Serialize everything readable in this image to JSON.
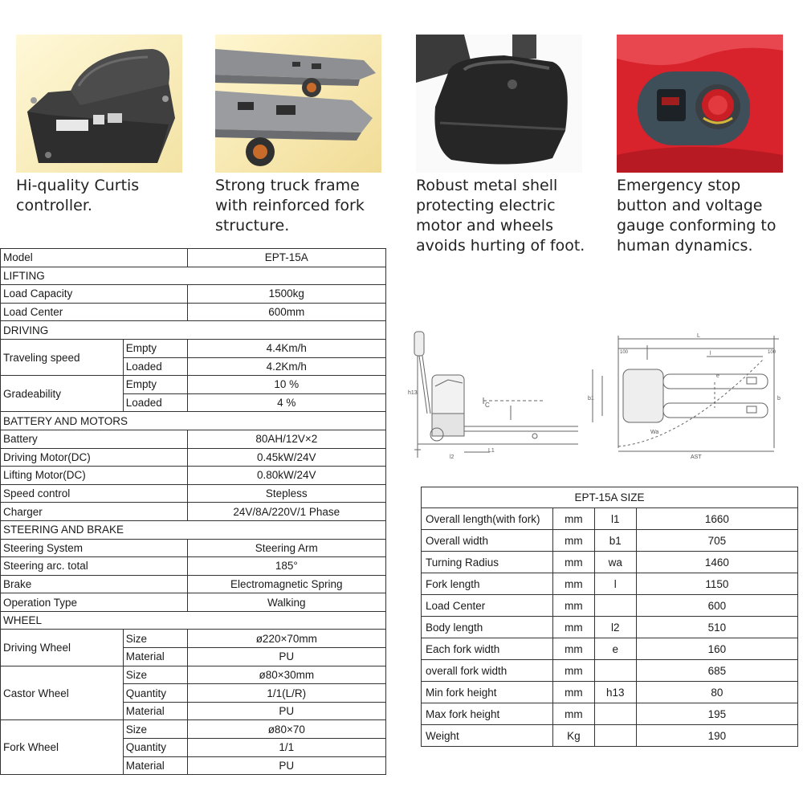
{
  "features": [
    {
      "icon": "curtis-controller-photo",
      "caption": "Hi-quality Curtis\ncontroller."
    },
    {
      "icon": "truck-frame-photo",
      "caption": "Strong truck frame\nwith reinforced fork\nstructure."
    },
    {
      "icon": "metal-shell-photo",
      "caption": "Robust metal shell\nprotecting electric\nmotor and wheels\navoids hurting of foot."
    },
    {
      "icon": "emergency-stop-photo",
      "caption": "Emergency stop\nbutton and voltage\ngauge conforming to\nhuman dynamics."
    }
  ],
  "spec": {
    "model_label": "Model",
    "model_value": "EPT-15A",
    "lifting": "LIFTING",
    "load_capacity_label": "Load Capacity",
    "load_capacity_value": "1500kg",
    "load_center_label": "Load Center",
    "load_center_value": "600mm",
    "driving": "DRIVING",
    "traveling_speed_label": "Traveling speed",
    "empty": "Empty",
    "loaded": "Loaded",
    "speed_empty": "4.4Km/h",
    "speed_loaded": "4.2Km/h",
    "gradeability_label": "Gradeability",
    "grade_empty": "10 %",
    "grade_loaded": "4 %",
    "battery_motors": "BATTERY AND MOTORS",
    "battery_label": "Battery",
    "battery_value": "80AH/12V×2",
    "driving_motor_label": "Driving Motor(DC)",
    "driving_motor_value": "0.45kW/24V",
    "lifting_motor_label": "Lifting Motor(DC)",
    "lifting_motor_value": "0.80kW/24V",
    "speed_control_label": "Speed control",
    "speed_control_value": "Stepless",
    "charger_label": "Charger",
    "charger_value": "24V/8A/220V/1 Phase",
    "steering_brake": "STEERING AND BRAKE",
    "steering_system_label": "Steering System",
    "steering_system_value": "Steering Arm",
    "steering_arc_label": "Steering arc. total",
    "steering_arc_value": "185°",
    "brake_label": "Brake",
    "brake_value": "Electromagnetic Spring",
    "operation_label": "Operation Type",
    "operation_value": "Walking",
    "wheel": "WHEEL",
    "driving_wheel_label": "Driving Wheel",
    "castor_wheel_label": "Castor Wheel",
    "fork_wheel_label": "Fork Wheel",
    "size": "Size",
    "material": "Material",
    "quantity": "Quantity",
    "dw_size": "ø220×70mm",
    "dw_material": "PU",
    "cw_size": "ø80×30mm",
    "cw_quantity": "1/1(L/R)",
    "cw_material": "PU",
    "fw_size": "ø80×70",
    "fw_quantity": "1/1",
    "fw_material": "PU"
  },
  "size_table": {
    "title": "EPT-15A SIZE",
    "rows": [
      {
        "name": "Overall length(with fork)",
        "unit": "mm",
        "sym": "l1",
        "val": "1660"
      },
      {
        "name": "Overall width",
        "unit": "mm",
        "sym": "b1",
        "val": "705"
      },
      {
        "name": "Turning Radius",
        "unit": "mm",
        "sym": "wa",
        "val": "1460"
      },
      {
        "name": "Fork length",
        "unit": "mm",
        "sym": "l",
        "val": "1150"
      },
      {
        "name": "Load Center",
        "unit": "mm",
        "sym": "",
        "val": "600"
      },
      {
        "name": "Body length",
        "unit": "mm",
        "sym": "l2",
        "val": "510"
      },
      {
        "name": "Each fork width",
        "unit": "mm",
        "sym": "e",
        "val": "160"
      },
      {
        "name": "overall fork width",
        "unit": "mm",
        "sym": "",
        "val": "685"
      },
      {
        "name": "Min fork height",
        "unit": "mm",
        "sym": "h13",
        "val": "80"
      },
      {
        "name": "Max fork height",
        "unit": "mm",
        "sym": "",
        "val": "195"
      },
      {
        "name": "Weight",
        "unit": "Kg",
        "sym": "",
        "val": "190"
      }
    ]
  },
  "drawing_labels": {
    "c": "C",
    "h13": "h13",
    "l1": "L1",
    "l2": "l2",
    "l": "l",
    "l_cap": "L",
    "e": "e",
    "b1": "b1",
    "b": "b",
    "wa": "Wa",
    "ast": "AST",
    "w100": "100"
  }
}
